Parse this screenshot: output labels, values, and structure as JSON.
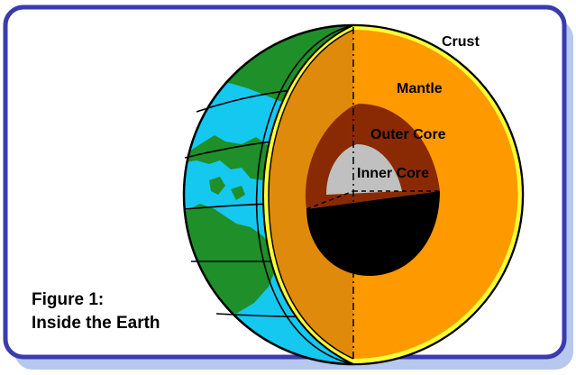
{
  "caption": {
    "line1": "Figure 1:",
    "line2": "Inside the Earth"
  },
  "labels": {
    "crust": "Crust",
    "mantle": "Mantle",
    "outer_core": "Outer Core",
    "inner_core": "Inner Core"
  },
  "colors": {
    "frame_border": "#3b3bb0",
    "frame_shadow": "#b6c8ee",
    "frame_fill": "#ffffff",
    "ocean": "#15c8f0",
    "land": "#1f8f2a",
    "crust": "#ffff33",
    "mantle": "#ff9900",
    "mantle_back": "#e08a0c",
    "outer_core": "#8a2a05",
    "inner_core": "#c0c0c0",
    "lower_cut": "#000000",
    "outline": "#000000"
  }
}
